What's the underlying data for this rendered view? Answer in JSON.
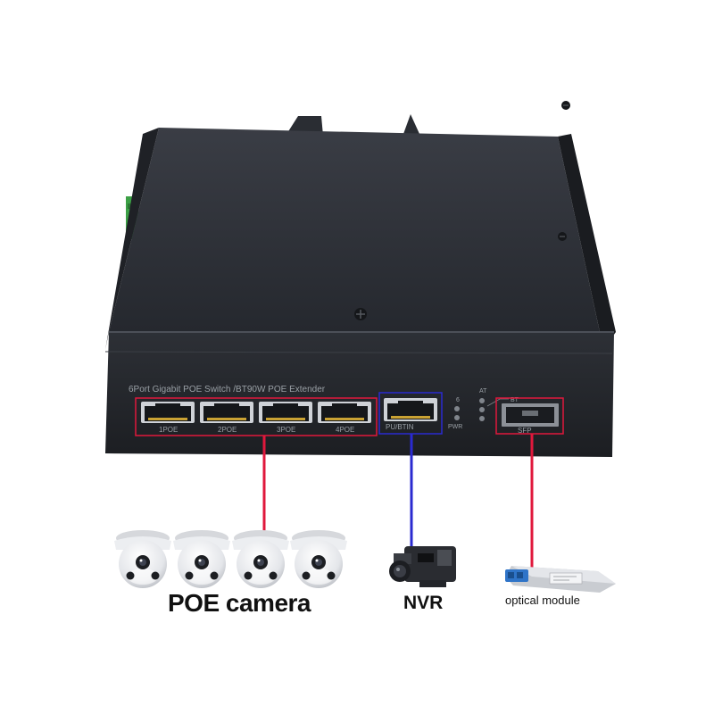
{
  "device": {
    "title_text": "6Port Gigabit POE Switch /BT90W POE Extender",
    "ports": [
      {
        "label": "1POE"
      },
      {
        "label": "2POE"
      },
      {
        "label": "3POE"
      },
      {
        "label": "4POE"
      }
    ],
    "uplink_label": "PU/BTIN",
    "sfp_label": "SFP",
    "led_labels": {
      "port6": "6",
      "power": "PWR",
      "at": "AT",
      "bt": "BT"
    }
  },
  "connections": {
    "camera_label": "POE camera",
    "nvr_label": "NVR",
    "optical_label": "optical module"
  },
  "colors": {
    "poe_group": "#e0183c",
    "uplink_group": "#2a2ad0",
    "sfp_group": "#e0183c",
    "housing": "#2e3138"
  }
}
